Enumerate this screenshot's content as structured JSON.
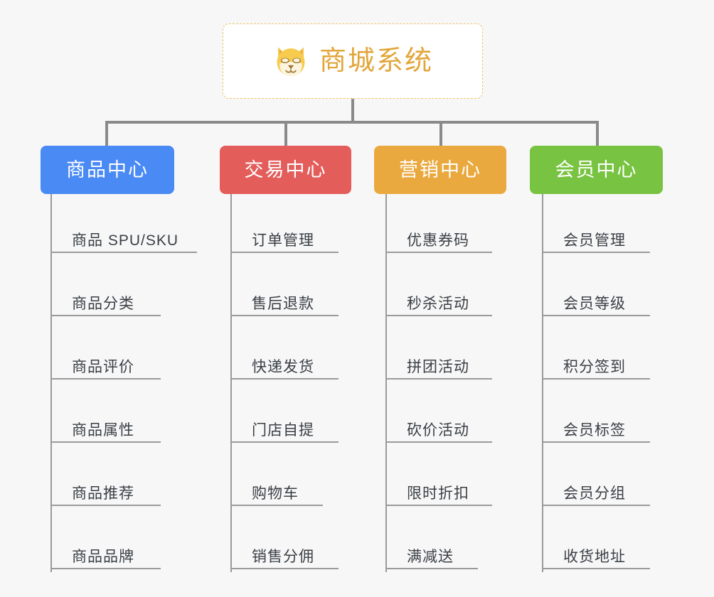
{
  "page": {
    "background_color": "#f7f7f7",
    "line_color": "#8a8a8a",
    "leaf_line_color": "#9a9a9a"
  },
  "root": {
    "title": "商城系统",
    "icon": "shiba-dog-icon",
    "title_color": "#e2a63a",
    "border_color": "#f0c268",
    "background_color": "#ffffff"
  },
  "categories": [
    {
      "label": "商品中心",
      "color": "#4a8af4",
      "items": [
        "商品 SPU/SKU",
        "商品分类",
        "商品评价",
        "商品属性",
        "商品推荐",
        "商品品牌"
      ]
    },
    {
      "label": "交易中心",
      "color": "#e35d5b",
      "items": [
        "订单管理",
        "售后退款",
        "快递发货",
        "门店自提",
        "购物车",
        "销售分佣"
      ]
    },
    {
      "label": "营销中心",
      "color": "#eaa93f",
      "items": [
        "优惠券码",
        "秒杀活动",
        "拼团活动",
        "砍价活动",
        "限时折扣",
        "满减送"
      ]
    },
    {
      "label": "会员中心",
      "color": "#78c council",
      "items": [
        "会员管理",
        "会员等级",
        "积分签到",
        "会员标签",
        "会员分组",
        "收货地址"
      ]
    }
  ]
}
